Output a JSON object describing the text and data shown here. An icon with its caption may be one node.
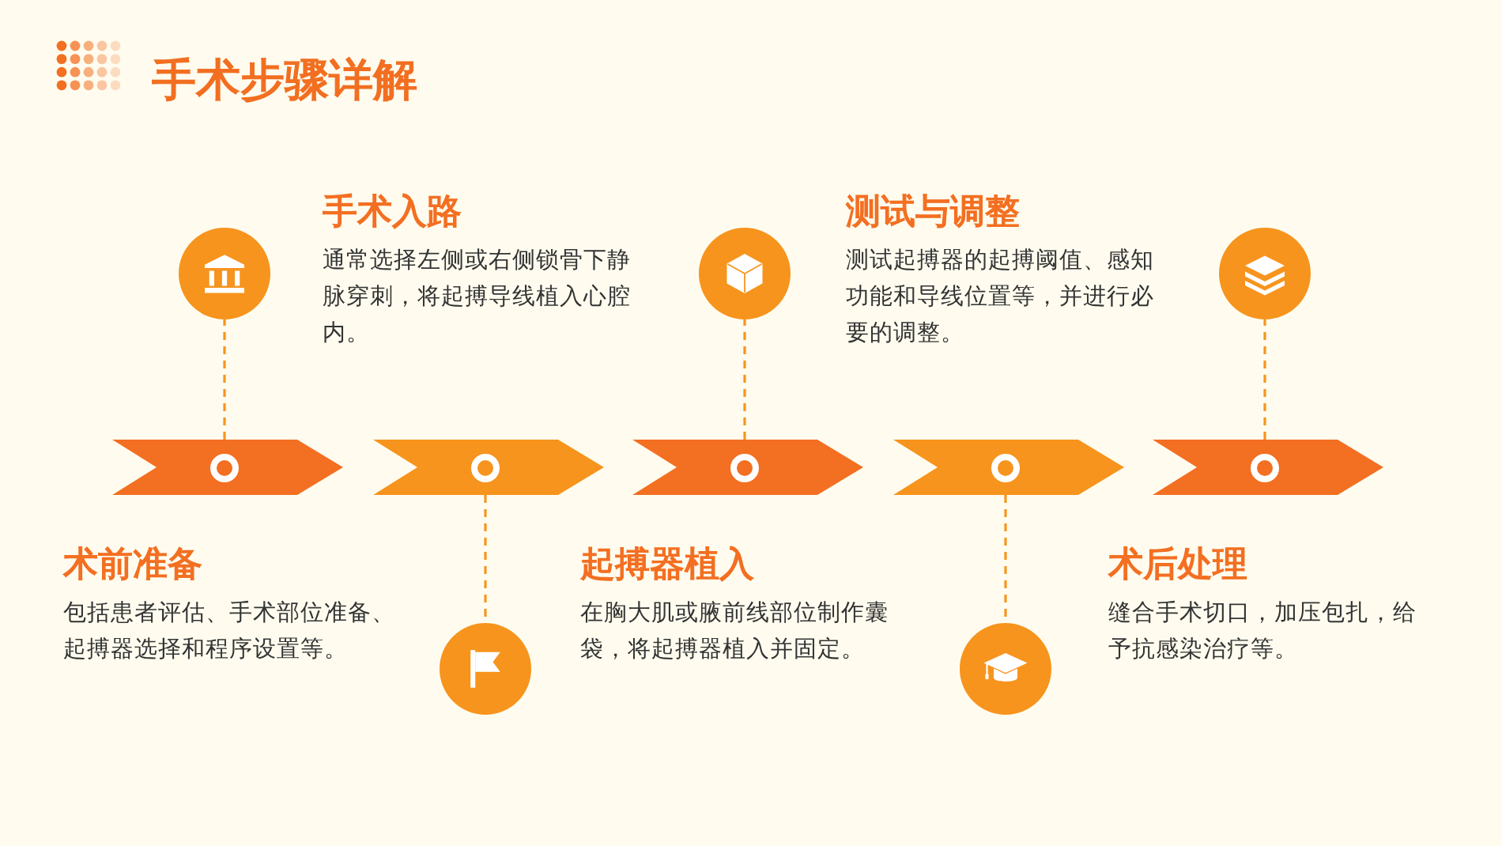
{
  "diagram": {
    "title": "手术步骤详解",
    "nodes": [
      {
        "text": [],
        "shape": "chevron",
        "beside": [
          "术前准备",
          "包括患者评估、手术部位准备、起搏器选择和程序设置等。"
        ]
      },
      {
        "text": [],
        "shape": "chevron",
        "beside": [
          "手术入路",
          "通常选择左侧或右侧锁骨下静脉穿刺，将起搏导线植入心腔内。"
        ]
      },
      {
        "text": [],
        "shape": "chevron",
        "beside": [
          "起搏器植入",
          "在胸大肌或腋前线部位制作囊袋，将起搏器植入并固定。"
        ]
      },
      {
        "text": [],
        "shape": "chevron",
        "beside": [
          "测试与调整",
          "测试起搏器的起搏阈值、感知功能和导线位置等，并进行必要的调整。"
        ]
      },
      {
        "text": [],
        "shape": "chevron",
        "beside": [
          "术后处理",
          "缝合手术切口，加压包扎，给予抗感染治疗等。"
        ]
      },
      {
        "text": [],
        "shape": "circle"
      },
      {
        "text": [],
        "shape": "circle"
      },
      {
        "text": [],
        "shape": "circle"
      },
      {
        "text": [],
        "shape": "circle"
      },
      {
        "text": [],
        "shape": "circle"
      }
    ],
    "edges": [
      {
        "from": 0,
        "to": 5,
        "arrow": "none",
        "style": "dashed"
      },
      {
        "from": 1,
        "to": 6,
        "arrow": "none",
        "style": "dashed"
      },
      {
        "from": 2,
        "to": 7,
        "arrow": "none",
        "style": "dashed"
      },
      {
        "from": 3,
        "to": 8,
        "arrow": "none",
        "style": "dashed"
      },
      {
        "from": 4,
        "to": 9,
        "arrow": "none",
        "style": "dashed"
      }
    ]
  }
}
